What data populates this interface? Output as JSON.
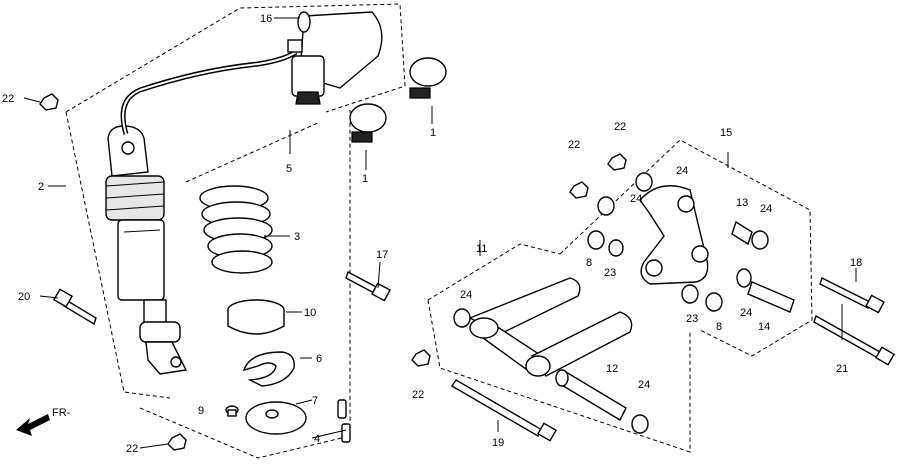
{
  "diagram": {
    "direction_label": "FR-",
    "callouts": {
      "c1a": "1",
      "c1b": "1",
      "c2": "2",
      "c3": "3",
      "c4": "4",
      "c5": "5",
      "c6": "6",
      "c7": "7",
      "c8a": "8",
      "c8b": "8",
      "c9": "9",
      "c10": "10",
      "c11": "11",
      "c12": "12",
      "c13": "13",
      "c14": "14",
      "c15": "15",
      "c16": "16",
      "c17": "17",
      "c18": "18",
      "c19": "19",
      "c20": "20",
      "c21": "21",
      "c22a": "22",
      "c22b": "22",
      "c22c": "22",
      "c22d": "22",
      "c22e": "22",
      "c23a": "23",
      "c23b": "23",
      "c24a": "24",
      "c24b": "24",
      "c24c": "24",
      "c24d": "24",
      "c24e": "24"
    }
  }
}
